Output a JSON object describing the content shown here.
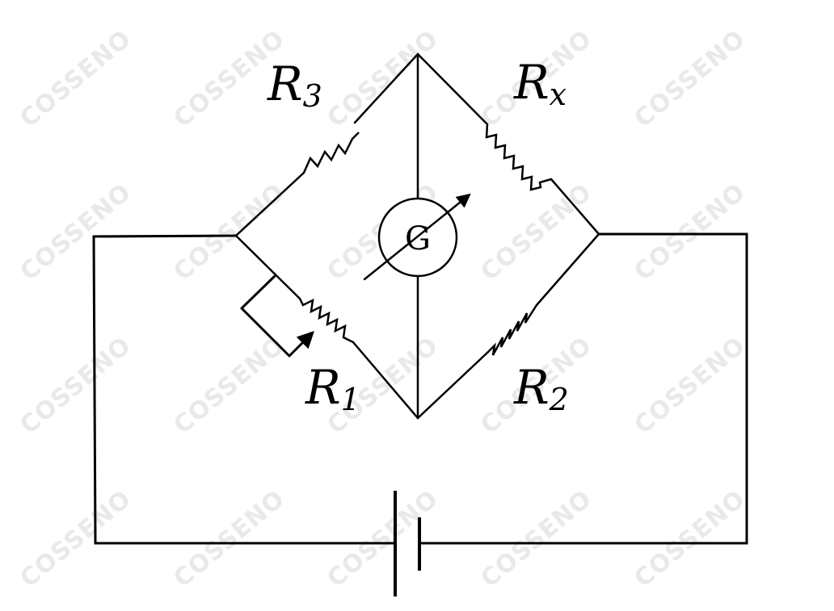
{
  "watermark": {
    "text": "COSSENO",
    "color": "#e9e9e9"
  },
  "labels": {
    "r3": {
      "letter": "R",
      "sub": "3"
    },
    "rx": {
      "letter": "R",
      "sub": "x"
    },
    "r1": {
      "letter": "R",
      "sub": "1"
    },
    "r2": {
      "letter": "R",
      "sub": "2"
    },
    "galvanometer": "G"
  },
  "colors": {
    "line": "#000000",
    "background": "#ffffff"
  }
}
